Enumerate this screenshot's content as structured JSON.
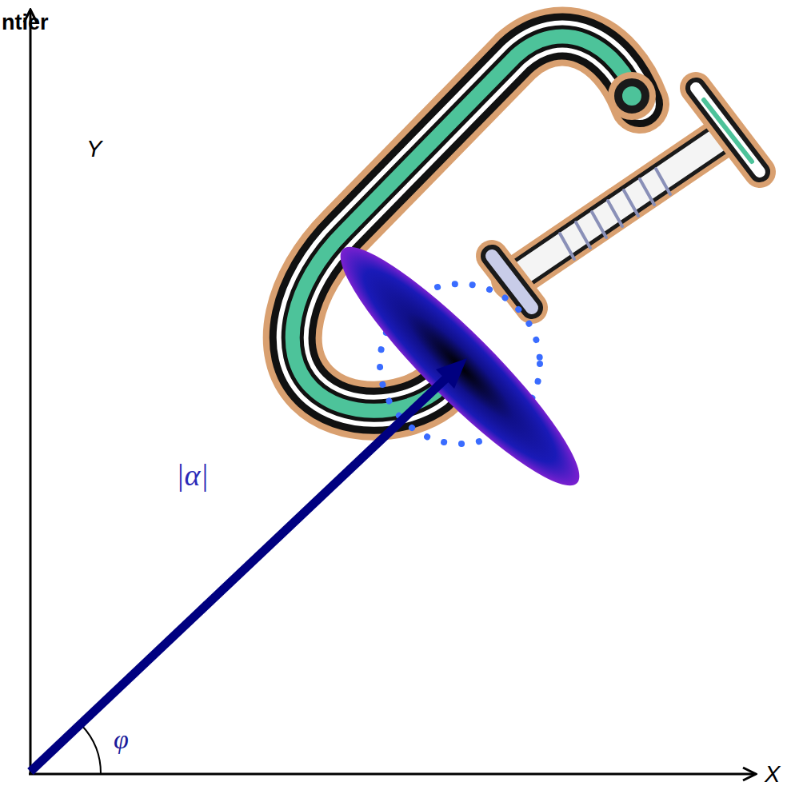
{
  "diagram": {
    "labels": [
      "ntier",
      "Y",
      "X",
      "|α|",
      "φ"
    ]
  }
}
